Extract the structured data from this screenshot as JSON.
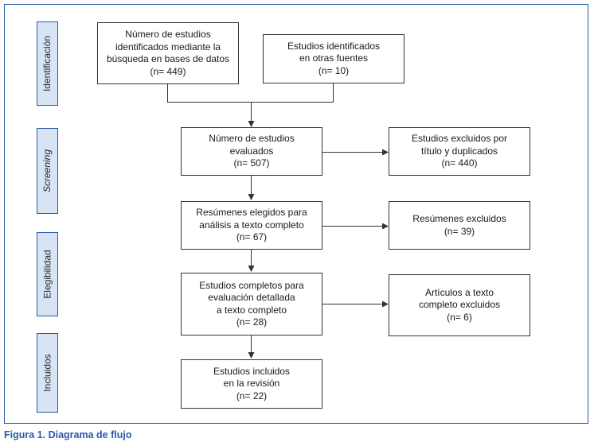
{
  "stages": {
    "identificacion": "Identificación",
    "screening": "Screening",
    "elegibilidad": "Elegibilidad",
    "incluidos": "Incluidos"
  },
  "boxes": {
    "db_search": [
      "Número de estudios",
      "identificados mediante la",
      "búsqueda en bases de datos",
      "(n= 449)"
    ],
    "other_sources": [
      "Estudios identificados",
      "en otras fuentes",
      "(n= 10)"
    ],
    "evaluated": [
      "Número de estudios",
      "evaluados",
      "(n= 507)"
    ],
    "excluded_title": [
      "Estudios excluidos por",
      "título y duplicados",
      "(n= 440)"
    ],
    "abstracts_chosen": [
      "Resúmenes elegidos para",
      "análisis a texto completo",
      "(n= 67)"
    ],
    "abstracts_excluded": [
      "Resúmenes excluidos",
      "(n= 39)"
    ],
    "fulltext": [
      "Estudios completos para",
      "evaluación detallada",
      "a texto completo",
      "(n= 28)"
    ],
    "fulltext_excluded": [
      "Artículos a texto",
      "completo excluidos",
      "(n= 6)"
    ],
    "included": [
      "Estudios incluidos",
      "en la revisión",
      "(n= 22)"
    ]
  },
  "caption": "Figura 1. Diagrama de flujo",
  "colors": {
    "accent": "#2a5aa8",
    "stage_fill": "#d6e4f4",
    "line": "#333333"
  }
}
